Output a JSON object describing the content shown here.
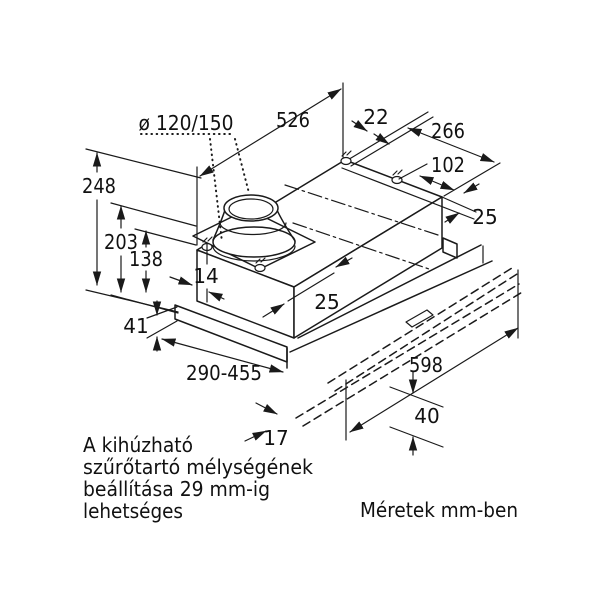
{
  "drawing": {
    "type": "technical-dimension-drawing",
    "subject": "telescopic cooker hood installation dimensions",
    "units_note": "Méretek mm-ben",
    "note_lines": [
      "A kihúzható",
      "szűrőtartó mélységének",
      "beállítása 29 mm-ig",
      "lehetséges"
    ],
    "dimensions": {
      "duct_diameter": "ø 120/150",
      "body_width": "526",
      "hole_edge_offset": "22",
      "hole_spacing": "266",
      "hole_to_corner": "102",
      "rear_edge_offset": "25",
      "total_height": "248",
      "height_to_duct": "203",
      "body_height": "138",
      "front_inset": "14",
      "front_edge_offset": "25",
      "visor_height": "41",
      "depth_range": "290-455",
      "front_panel_width": "598",
      "front_panel_height": "40",
      "front_panel_thickness": "17"
    }
  }
}
